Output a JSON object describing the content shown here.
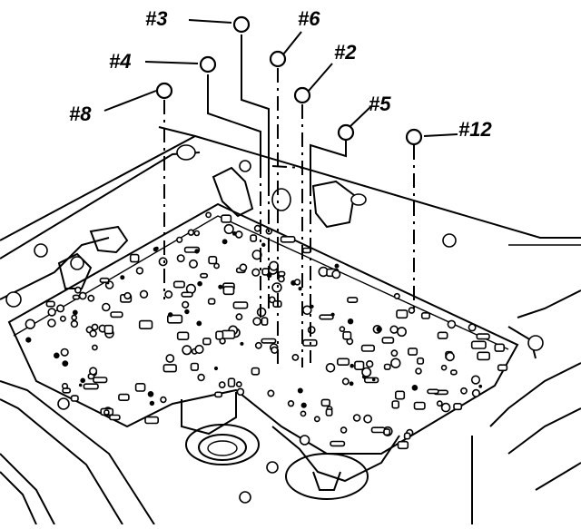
{
  "diagram": {
    "labels": [
      {
        "id": "ball-3",
        "text": "#3"
      },
      {
        "id": "ball-6",
        "text": "#6"
      },
      {
        "id": "ball-4",
        "text": "#4"
      },
      {
        "id": "ball-2",
        "text": "#2"
      },
      {
        "id": "ball-8",
        "text": "#8"
      },
      {
        "id": "ball-5",
        "text": "#5"
      },
      {
        "id": "ball-12",
        "text": "#12"
      }
    ]
  },
  "colors": {
    "ink": "#000000",
    "paper": "#ffffff"
  }
}
